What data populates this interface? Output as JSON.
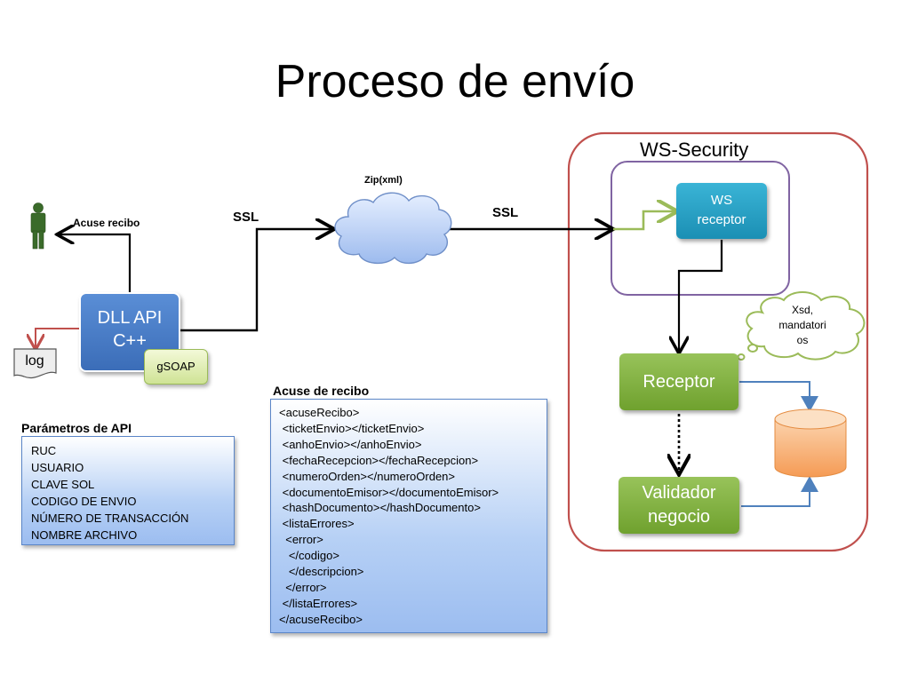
{
  "slide": {
    "title": "Proceso de envío"
  },
  "diagram": {
    "labels": {
      "acuse_recibo": "Acuse recibo",
      "ssl_left": "SSL",
      "ssl_right": "SSL",
      "zip_xml": "Zip(xml)",
      "ws_security": "WS-Security"
    },
    "nodes": {
      "dll_api_line1": "DLL API",
      "dll_api_line2": "C++",
      "gsoap": "gSOAP",
      "log": "log",
      "ws_receptor_line1": "WS",
      "ws_receptor_line2": "receptor",
      "receptor": "Receptor",
      "validador_line1": "Validador",
      "validador_line2": "negocio",
      "xsd_line1": "Xsd,",
      "xsd_line2": "mandatori",
      "xsd_line3": "os"
    }
  },
  "api_params": {
    "title": "Parámetros de API",
    "items": [
      "RUC",
      "USUARIO",
      "CLAVE SOL",
      "CODIGO DE ENVIO",
      "NÚMERO DE TRANSACCIÓN",
      "NOMBRE ARCHIVO"
    ]
  },
  "acuse_panel": {
    "title": "Acuse de recibo",
    "lines": [
      "<acuseRecibo>",
      " <ticketEnvio></ticketEnvio>",
      " <anhoEnvio></anhoEnvio>",
      " <fechaRecepcion></fechaRecepcion>",
      " <numeroOrden></numeroOrden>",
      " <documentoEmisor></documentoEmisor>",
      " <hashDocumento></hashDocumento>",
      " <listaErrores>",
      "  <error>",
      "   </codigo>",
      "   </descripcion>",
      "  </error>",
      " </listaErrores>",
      "</acuseRecibo>"
    ]
  },
  "colors": {
    "security_border": "#c0504d",
    "ws_border": "#8064a2",
    "flow_blue": "#4f81bd",
    "log_arrow": "#c0504d",
    "person": "#3a6b2a",
    "database": "#f5a96a"
  }
}
